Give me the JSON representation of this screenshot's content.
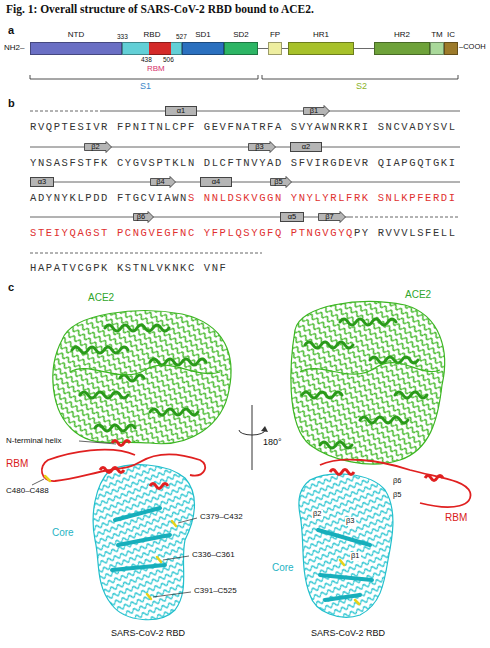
{
  "diagram": {
    "title": "Fig. 1: Overall structure of SARS-CoV-2 RBD bound to ACE2.",
    "nodes": [
      {
        "text": [
          "NTD"
        ]
      },
      {
        "text": [
          "RBD"
        ]
      },
      {
        "text": [
          "SD1"
        ]
      },
      {
        "text": [
          "SD2"
        ]
      },
      {
        "text": [
          "FP"
        ]
      },
      {
        "text": [
          "HR1"
        ]
      },
      {
        "text": [
          "HR2"
        ]
      },
      {
        "text": [
          "TM"
        ]
      },
      {
        "text": [
          "IC"
        ]
      },
      {
        "text": [
          "α1"
        ]
      },
      {
        "text": [
          "β1"
        ]
      },
      {
        "text": [
          "β2"
        ]
      },
      {
        "text": [
          "β3"
        ]
      },
      {
        "text": [
          "α2"
        ]
      },
      {
        "text": [
          "α3"
        ]
      },
      {
        "text": [
          "β4"
        ]
      },
      {
        "text": [
          "α4"
        ]
      },
      {
        "text": [
          "β5"
        ]
      },
      {
        "text": [
          "β6"
        ]
      },
      {
        "text": [
          "α5"
        ]
      },
      {
        "text": [
          "β7"
        ]
      }
    ],
    "labels": [
      "a",
      "NH2–",
      "–COOH",
      "333",
      "527",
      "438",
      "506",
      "RBM",
      "S1",
      "S2",
      "b",
      "RVQPTESIVR FPNITNLCPF GEVFNATRFA SVYAWNRKRI SNCVADYSVL",
      "YNSASFSTFK CYGVSPTKLN DLCFTNVYAD SFVIRGDEVR QIAPGQTGKI",
      "ADYNYKLPDD FTGCVIAWN",
      "S NNLDSKVGGN YNYLYRLFRK SNLKPFERDI",
      "STEIYQAGST PCNGVEGFNC YFPLQSYGFQ PTNGVGYQ",
      "PY RVVVLSFELL",
      "HAPATVCGPK KSTNLVKNKC VNF",
      "c",
      "ACE2",
      "N-terminal helix",
      "RBM",
      "C480–C488",
      "C379–C432",
      "Core",
      "C336–C361",
      "C391–C525",
      "SARS-CoV-2 RBD",
      "180°",
      "ACE2",
      "RBM",
      "β6",
      "β5",
      "β2",
      "β3",
      "β1",
      "Core",
      "SARS-CoV-2 RBD"
    ]
  }
}
